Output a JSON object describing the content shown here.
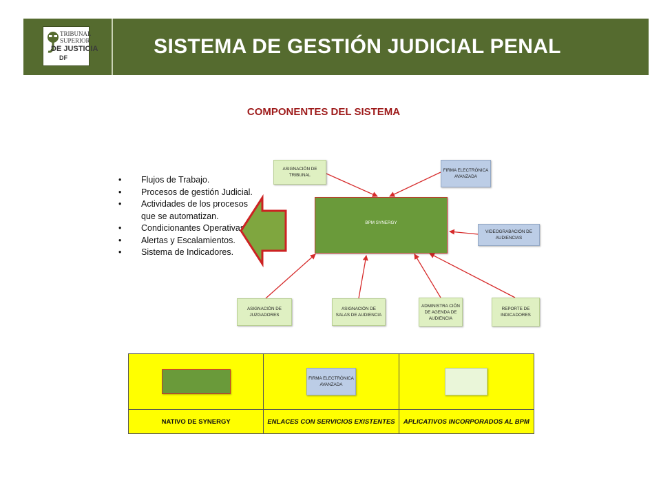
{
  "header": {
    "title": "SISTEMA DE GESTIÓN JUDICIAL PENAL",
    "logo": {
      "line1": "TRIBUNAL",
      "line2": "SUPERIOR",
      "line3": "DE JUSTICIA",
      "line4": "DF"
    },
    "color": "#556b2f"
  },
  "subtitle": "COMPONENTES DEL SISTEMA",
  "features": [
    "Flujos de Trabajo.",
    "Procesos de gestión Judicial.",
    "Actividades de los procesos que se automatizan.",
    "Condicionantes Operativas",
    "Alertas y Escalamientos.",
    "Sistema de Indicadores."
  ],
  "diagram": {
    "center": {
      "label": "BPM SYNERGY"
    },
    "nodes": {
      "asignacion_tribunal": "ASIGNACIÓN DE TRIBUNAL",
      "firma_electronica": "FIRMA ELECTRÓNICA AVANZADA",
      "videograbacion": "VIDEOGRABACIÓN DE AUDIENCIAS",
      "asignacion_juzgadores": "ASIGNACIÓN DE JUZGADORES",
      "asignacion_salas": "ASIGNACIÓN DE SALAS DE AUDIENCIA",
      "administracion_agenda": "ADMINISTRA CIÓN DE AGENDA DE AUDIENCIA",
      "reporte_indicadores": "REPORTE DE INDICADORES"
    },
    "colors": {
      "native": "#6a9a3a",
      "service_link": "#bccde6",
      "incorporated": "#dff0c2",
      "arrow": "#d62b2b"
    }
  },
  "legend": {
    "blue_sample": "FIRMA ELECTRÓNICA AVANZADA",
    "labels": [
      "NATIVO DE SYNERGY",
      "ENLACES CON SERVICIOS EXISTENTES",
      "APLICATIVOS INCORPORADOS AL BPM"
    ],
    "background": "#ffff00"
  }
}
